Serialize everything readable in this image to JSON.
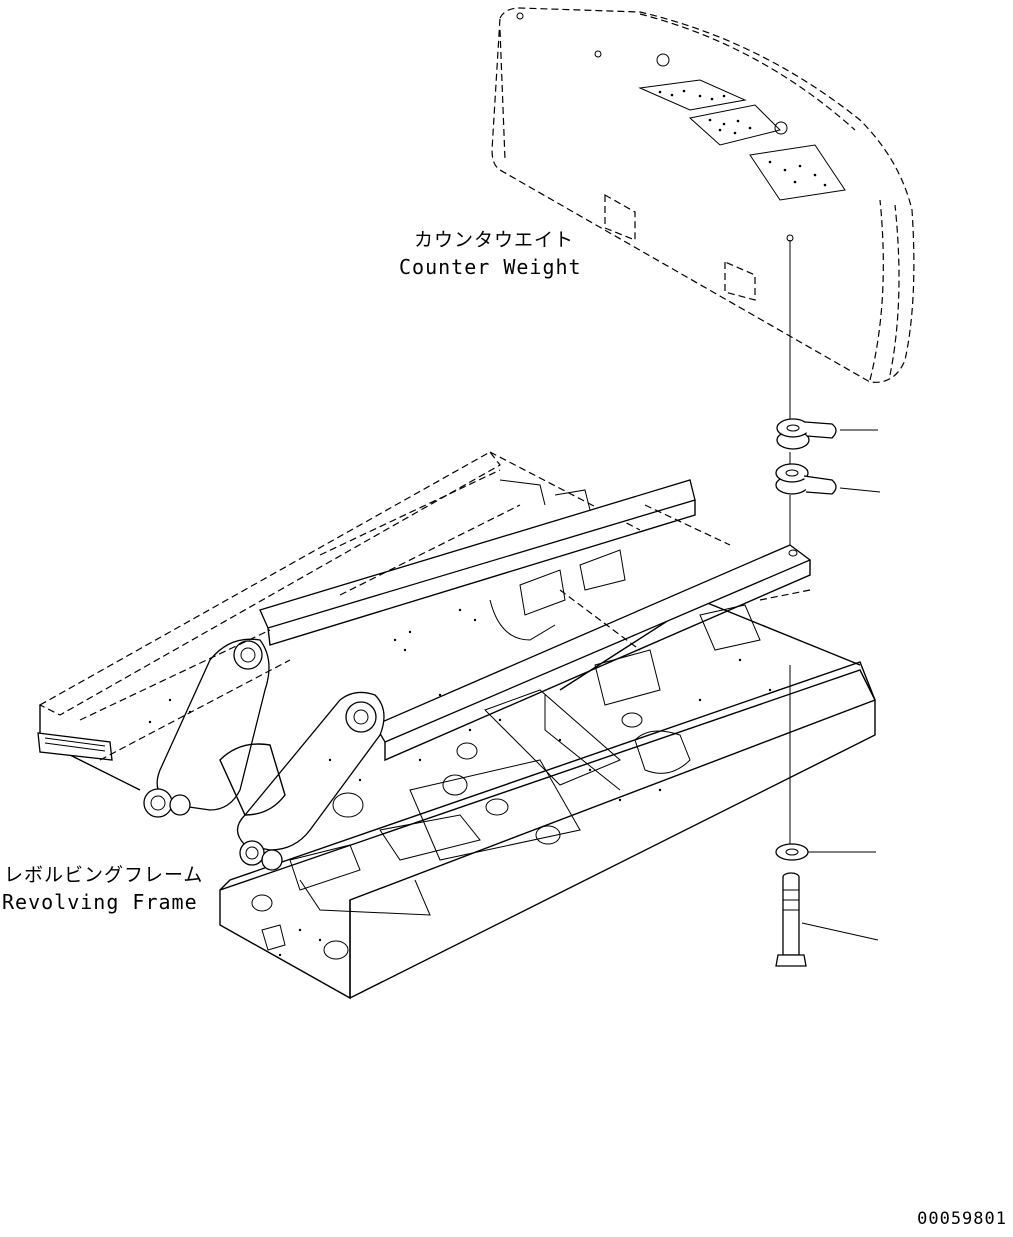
{
  "labels": {
    "counter_weight_jp": "カウンタウエイト",
    "counter_weight_en": "Counter Weight",
    "revolving_frame_jp": "レボルビングフレーム",
    "revolving_frame_en": "Revolving Frame"
  },
  "drawing_code": "00059801",
  "icons": [
    "counter-weight-drawing",
    "revolving-frame-drawing",
    "washer-icon",
    "bolt-icon"
  ]
}
